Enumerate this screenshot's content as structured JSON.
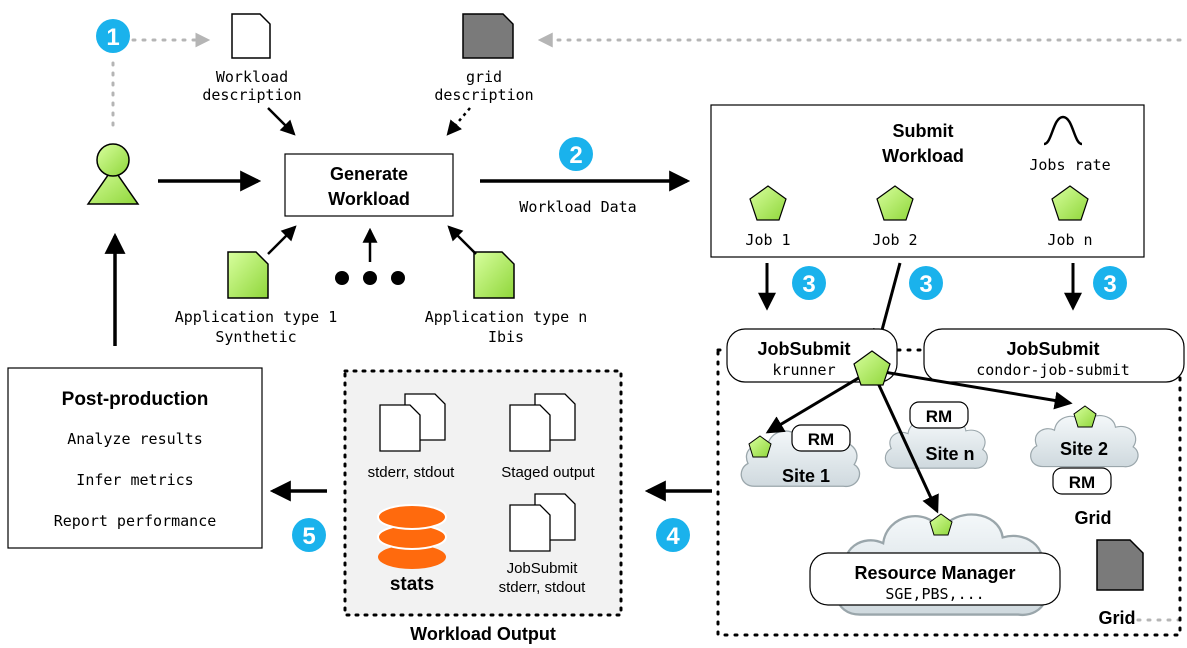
{
  "colors": {
    "accent": "#1ab2ec",
    "node_green": "#b9f56e",
    "doc_gray": "#7a7a7a",
    "stats_orange": "#ff6a0d",
    "output_panel": "#f2f2f2",
    "cloud": "#dfe7ea"
  },
  "steps": [
    "1",
    "2",
    "3",
    "3",
    "3",
    "4",
    "5"
  ],
  "inputs": {
    "workload_description": [
      "Workload",
      "description"
    ],
    "grid_description": [
      "grid",
      "description"
    ]
  },
  "generate": {
    "title": [
      "Generate",
      "Workload"
    ]
  },
  "edge_label_workload_data": "Workload Data",
  "applications": {
    "app1": [
      "Application type 1",
      "Synthetic"
    ],
    "appn": [
      "Application type n",
      "Ibis"
    ]
  },
  "submit": {
    "title": [
      "Submit",
      "Workload"
    ],
    "jobs_rate": "Jobs rate",
    "jobs": [
      "Job 1",
      "Job 2",
      "Job n"
    ]
  },
  "jobsubmit": {
    "left": {
      "title": "JobSubmit",
      "sub": "krunner"
    },
    "right": {
      "title": "JobSubmit",
      "sub": "condor-job-submit"
    }
  },
  "grid": {
    "site1": "Site 1",
    "siten": "Site n",
    "site2": "Site 2",
    "rm": "RM",
    "label": "Grid",
    "resource_manager": {
      "title": "Resource Manager",
      "sub": "SGE,PBS,..."
    }
  },
  "bottom_grid_label": "Grid",
  "output": {
    "title": "Workload Output",
    "items": {
      "stderr_stdout": "stderr, stdout",
      "staged_output": "Staged output",
      "stats": "stats",
      "jobsubmit_stderr": [
        "JobSubmit",
        "stderr, stdout"
      ]
    }
  },
  "postproduction": {
    "title": "Post-production",
    "items": [
      "Analyze results",
      "Infer metrics",
      "Report performance"
    ]
  }
}
